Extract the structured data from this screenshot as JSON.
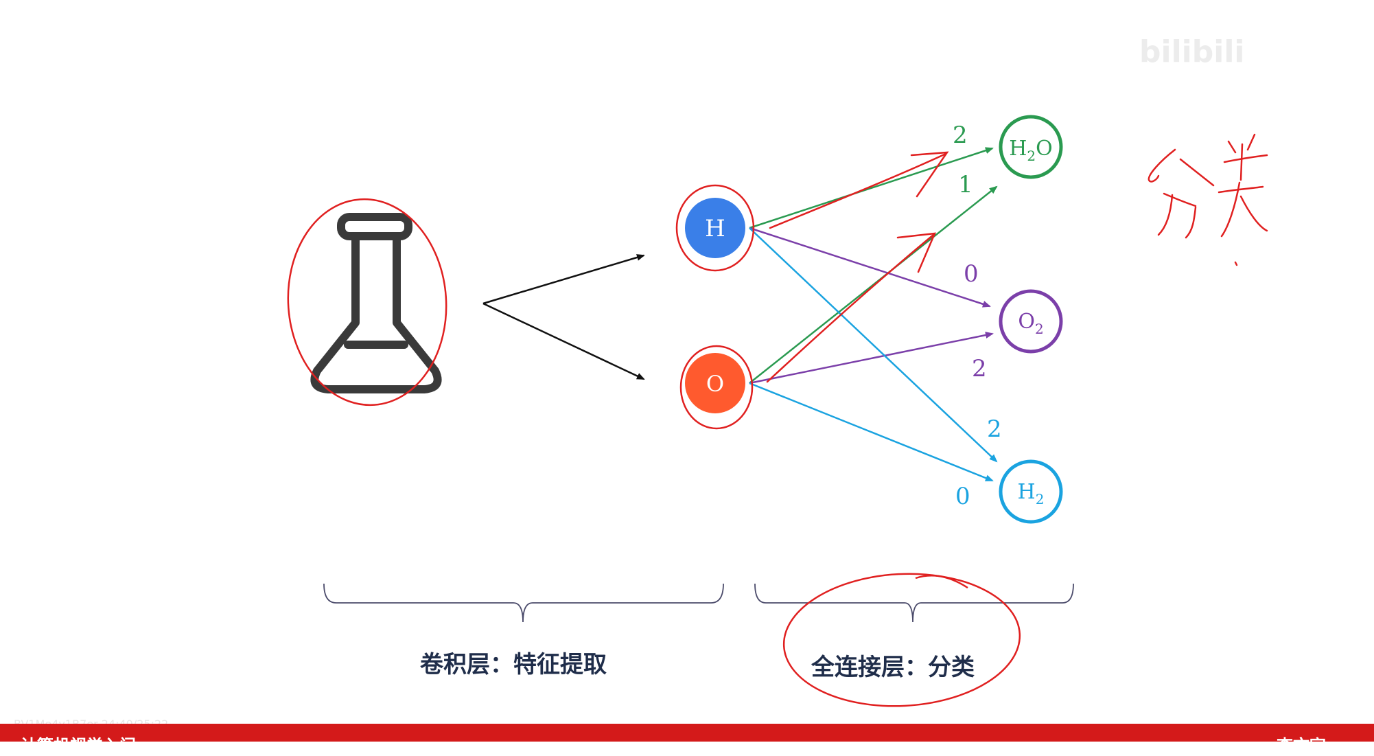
{
  "watermark": {
    "text": "bilibili"
  },
  "video_id": "BV1Me4y1B7er 24:40/25:22",
  "diagram": {
    "nodes": {
      "H": {
        "label": "H",
        "color": "#3a7fe8"
      },
      "O": {
        "label": "O",
        "color": "#ff5a2e"
      },
      "H2O": {
        "main": "H",
        "sub": "2",
        "tail": "O",
        "color": "#2a9a50"
      },
      "O2": {
        "main": "O",
        "sub": "2",
        "tail": "",
        "color": "#7b3fa9"
      },
      "H2": {
        "main": "H",
        "sub": "2",
        "tail": "",
        "color": "#1aa3e0"
      }
    },
    "weights": {
      "H_H2O": "2",
      "O_H2O": "1",
      "H_O2": "0",
      "O_O2": "2",
      "H_H2": "2",
      "O_H2": "0"
    },
    "colors": {
      "green": "#2a9a50",
      "purple": "#7b3fa9",
      "cyan": "#1aa3e0",
      "annotation_red": "#e02020",
      "dark": "#3a3a3a"
    },
    "labels": {
      "conv": "卷积层：特征提取",
      "fc": "全连接层：分类"
    },
    "handwriting": "分类"
  },
  "bottom_bar": {
    "left": "计算机视觉入门",
    "right": "李文宇"
  }
}
